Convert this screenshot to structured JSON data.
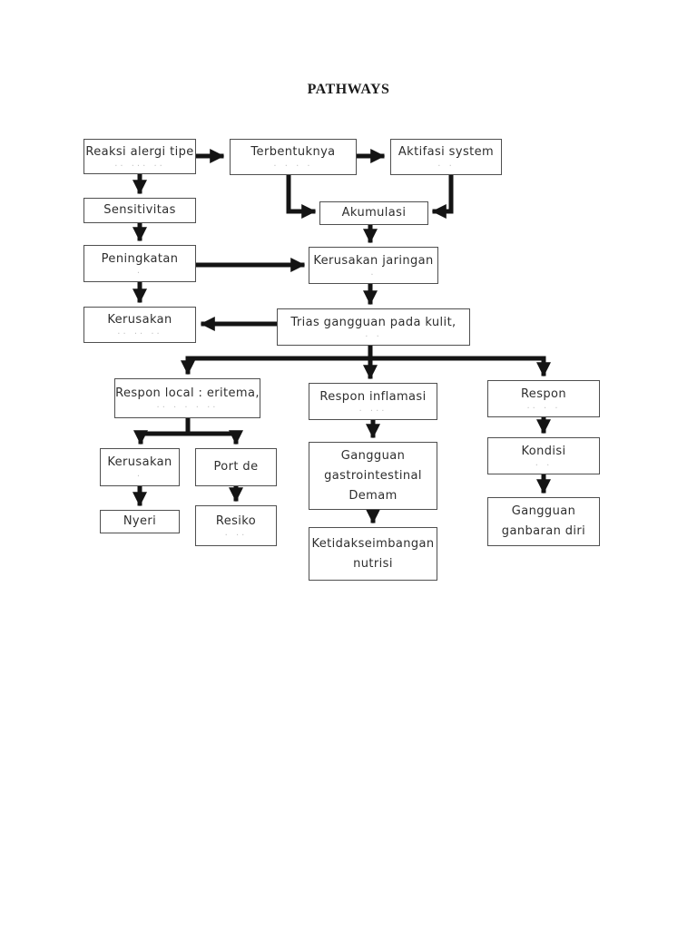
{
  "title": "PATHWAYS",
  "nodes": {
    "reaksi_alergi": {
      "lines": [
        "Reaksi alergi tipe"
      ],
      "ghost": "·· ··· ··"
    },
    "terbentuknya": {
      "lines": [
        "Terbentuknya"
      ],
      "ghost": "·   · ·    ·"
    },
    "aktifasi_system": {
      "lines": [
        "Aktifasi system"
      ],
      "ghost": "·    ·"
    },
    "sensitivitas": {
      "lines": [
        "Sensitivitas"
      ]
    },
    "akumulasi": {
      "lines": [
        "Akumulasi"
      ]
    },
    "peningkatan": {
      "lines": [
        "Peningkatan"
      ],
      "ghost": "·"
    },
    "kerusakan_jaringan": {
      "lines": [
        "Kerusakan jaringan"
      ],
      "ghost": "·"
    },
    "kerusakan_left": {
      "lines": [
        "Kerusakan"
      ],
      "ghost": "·· ·· ··"
    },
    "trias_gangguan": {
      "lines": [
        "Trias gangguan pada kulit,"
      ],
      "ghost": "·    ·"
    },
    "respon_local": {
      "lines": [
        "Respon local : eritema,"
      ],
      "ghost": "·· · · · ··"
    },
    "respon_inflamasi": {
      "lines": [
        "Respon inflamasi"
      ],
      "ghost": "· ···"
    },
    "respon_right": {
      "lines": [
        "Respon"
      ],
      "ghost": "··  ·   ·"
    },
    "kerusakan_sub": {
      "lines": [
        "Kerusakan"
      ],
      "ghost": "·"
    },
    "port_de": {
      "lines": [
        "Port de"
      ]
    },
    "nyeri": {
      "lines": [
        "Nyeri"
      ]
    },
    "resiko": {
      "lines": [
        "Resiko"
      ],
      "ghost": "· ··"
    },
    "gangguan_gastro": {
      "lines": [
        "Gangguan",
        "gastrointestinal",
        "Demam"
      ]
    },
    "ketidakseimbangan": {
      "lines": [
        "Ketidakseimbangan",
        "nutrisi"
      ]
    },
    "kondisi": {
      "lines": [
        "Kondisi"
      ],
      "ghost": "·     ·"
    },
    "gangguan_ganbaran": {
      "lines": [
        "Gangguan",
        "ganbaran diri"
      ]
    }
  }
}
